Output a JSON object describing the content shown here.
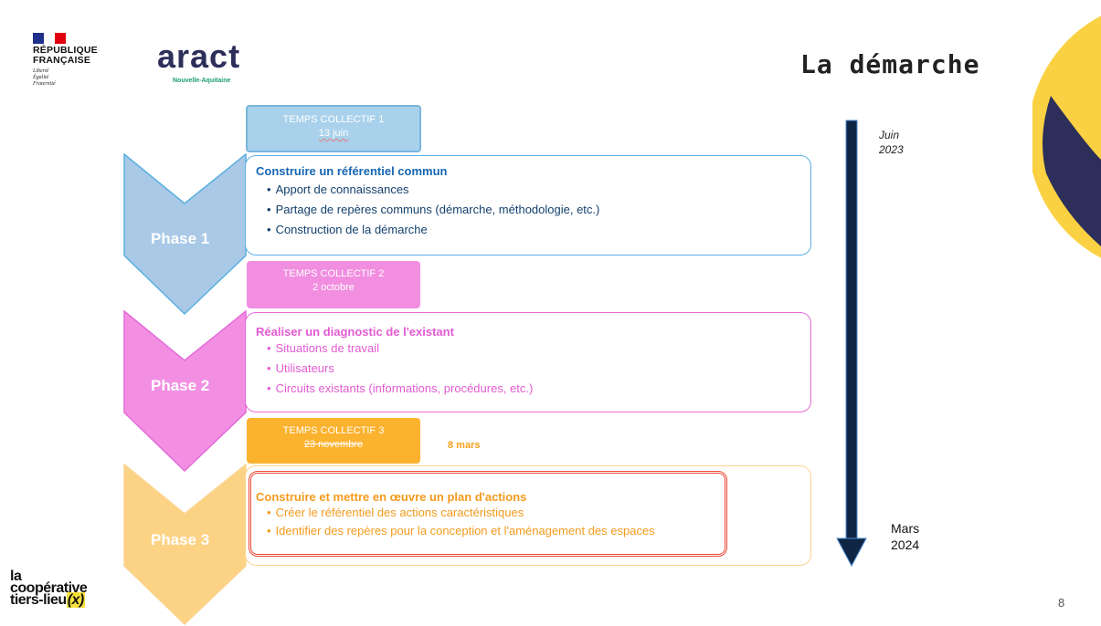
{
  "header": {
    "republic_line1": "RÉPUBLIQUE",
    "republic_line2": "FRANÇAISE",
    "motto": [
      "Liberté",
      "Égalité",
      "Fraternité"
    ],
    "aract_logo": "aract",
    "aract_sub": "Nouvelle-Aquitaine",
    "title": "La démarche"
  },
  "timeline": {
    "start": [
      "Juin",
      "2023"
    ],
    "end": [
      "Mars",
      "2024"
    ]
  },
  "phases": [
    {
      "label": "Phase 1",
      "temps_title": "TEMPS COLLECTIF 1",
      "temps_date": "13 juin",
      "box_title": "Construire un référentiel commun",
      "bullets": [
        "Apport de connaissances",
        "Partage de repères communs (démarche, méthodologie, etc.)",
        "Construction de la démarche"
      ]
    },
    {
      "label": "Phase 2",
      "temps_title": "TEMPS COLLECTIF 2",
      "temps_date": "2 octobre",
      "box_title": "Réaliser un diagnostic de l'existant",
      "bullets": [
        "Situations de travail",
        "Utilisateurs",
        "Circuits existants (informations, procédures, etc.)"
      ]
    },
    {
      "label": "Phase 3",
      "temps_title": "TEMPS COLLECTIF 3",
      "temps_date": "23 novembre",
      "temps_new_date": "8 mars",
      "box_title": "Construire et mettre en œuvre un plan d'actions",
      "bullets": [
        "Créer le référentiel des actions caractéristiques",
        "Identifier des repères pour la conception et l'aménagement des espaces"
      ]
    }
  ],
  "footer": {
    "coop_line1": "la",
    "coop_line2": "coopérative",
    "coop_line3": "tiers-lieu",
    "coop_x": "(x)",
    "page_number": "8"
  },
  "colors": {
    "phase1": "#a9c9e6",
    "phase2": "#f28fe3",
    "phase3": "#fcd385",
    "timeline_arrow": "#0f2544",
    "navy": "#2d2f5a",
    "yellow": "#f9d142"
  },
  "icons": [
    "marianne-flag-icon",
    "timeline-arrow-icon"
  ]
}
